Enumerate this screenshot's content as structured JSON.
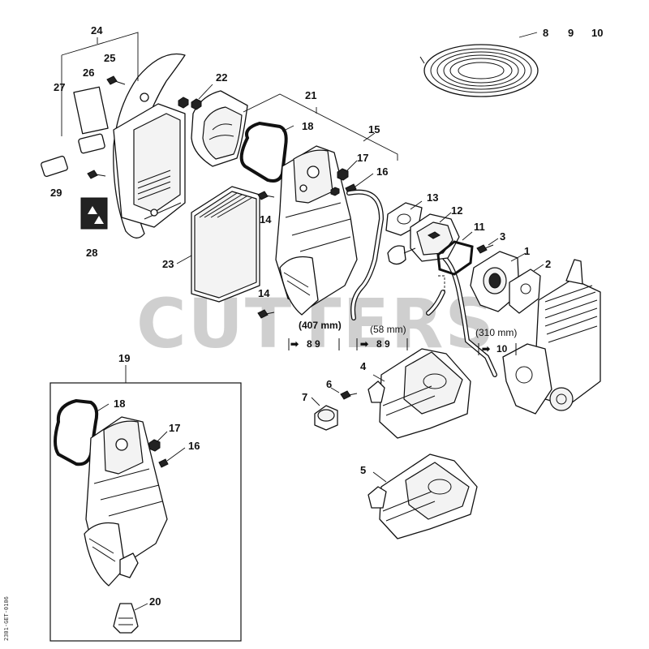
{
  "callouts": {
    "c1": "1",
    "c2": "2",
    "c3": "3",
    "c4": "4",
    "c5": "5",
    "c6": "6",
    "c7": "7",
    "c8": "8",
    "c9": "9",
    "c10": "10",
    "c11": "11",
    "c12": "12",
    "c13": "13",
    "c14a": "14",
    "c14b": "14",
    "c15": "15",
    "c16a": "16",
    "c16b": "16",
    "c17a": "17",
    "c17b": "17",
    "c18a": "18",
    "c18b": "18",
    "c19": "19",
    "c20": "20",
    "c21": "21",
    "c22": "22",
    "c23": "23",
    "c24": "24",
    "c25": "25",
    "c26": "26",
    "c27": "27",
    "c28": "28",
    "c29": "29"
  },
  "hoses": {
    "h407": {
      "length": "(407 mm)",
      "arrow": "➡",
      "refs": "8   9"
    },
    "h58": {
      "length": "(58 mm)",
      "arrow": "➡",
      "refs": "8   9"
    },
    "h310": {
      "length": "(310 mm)",
      "arrow": "➡",
      "refs": "10"
    }
  },
  "watermark": "CUTTERS",
  "drawing_code": "2301-GET-0106"
}
